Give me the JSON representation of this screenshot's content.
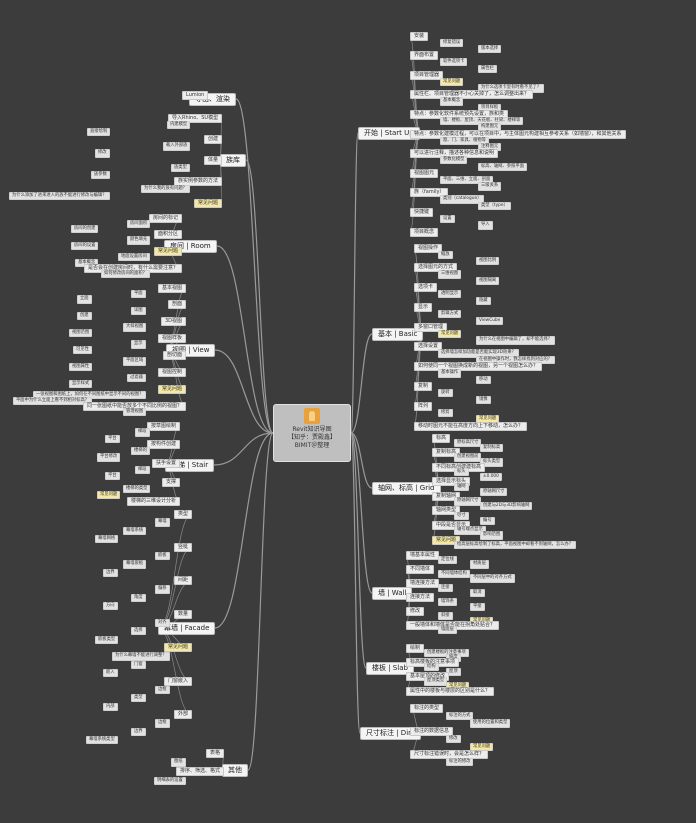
{
  "root": {
    "line1": "Revit知识导图",
    "line2": "【知乎：贾殿鑫】",
    "line3": "BIMIT＠整理"
  },
  "branches": {
    "start": {
      "title": "开始 | Start Up",
      "items": [
        "安装",
        "修复错误",
        "版本选择",
        "界面布置",
        "软件选项卡",
        "属性栏",
        "项目管理器",
        "常见问题",
        "为什么选项卡里有时看不见了？",
        "属性栏、项目管理器不小心关掉了，怎么调整出来？",
        "基本概念",
        "项目样板",
        "特点：参数化软件系统预先设置，族和类",
        "墙、楼板、屋顶、天花板、柱梁、楼梯等",
        "构建图元",
        "特点：参数化建模过程，可以在项目中，与主体图元构建相互参考关系（如墙窗），和其他关系",
        "窗、门、家具、植物等",
        "注释图元",
        "可以进行注释，描述各种信息和说明",
        "参数化模型",
        "标高、轴网、参照平面",
        "视图图元",
        "平面、三维、立面、剖面",
        "三级关系",
        "族（family）",
        "类别（catalogue）",
        "类型（type）",
        "快捷键",
        "设置",
        "导入",
        "项目概念"
      ]
    },
    "basic": {
      "title": "基本 | Basic",
      "items": [
        "视图操作",
        "缩放",
        "视图比例",
        "选择图元的方式",
        "三维视图",
        "视图隔离",
        "选项卡",
        "透明显示",
        "隐藏",
        "显示",
        "剪辑方式",
        "ViewCube",
        "多窗口管理",
        "常见问题",
        "为什么在视图中编辑了，却不能选择？",
        "选择设置",
        "选择墙怎样加功能是否能实现3D效果？",
        "在视图中操作时，我怎样找到对应的？",
        "如何使同一个视图换成新的视图，另一个视图怎么办？",
        "基本操作",
        "移动",
        "复制",
        "旋转",
        "镜像",
        "阵列",
        "修剪",
        "常见问题",
        "移动时图元不能在高度方向上下移动，怎么办？"
      ]
    },
    "grid": {
      "title": "轴网、标高 | Grid",
      "items": [
        "标高",
        "原标高尺寸",
        "复制标高",
        "复制标高",
        "创建视图前",
        "标头类型",
        "不同标高创建建标高",
        "标头",
        "±0.000",
        "选择显示标头",
        "轴网",
        "原轴网尺寸",
        "复制轴网",
        "原轴网尺寸",
        "创建与2D与3D影响轴网",
        "轴网类型",
        "尽寸",
        "编号",
        "中段是否显示",
        "轴号端点显示",
        "影响范围",
        "常见问题",
        "给高层标高绘制了标高，平面视图中却看不到轴网，怎么办？"
      ]
    },
    "wall": {
      "title": "墙 | Wall",
      "items": [
        "墙基本属性",
        "定位线",
        "材质层",
        "不同墙体",
        "不同墙体结构",
        "不同层中的对齐方式",
        "墙连接方法",
        "连接",
        "取消",
        "连接方法",
        "墙饰条",
        "平接",
        "修改",
        "斜接",
        "常见问题",
        "一般墙体和墙体是否能在拐角处贴合？",
        "墙面层"
      ]
    },
    "slab": {
      "title": "楼板 | Slab",
      "items": [
        "绘制",
        "创建楼板的注意事项",
        "坡度",
        "标高楼板的注意事项",
        "结构",
        "屋顶",
        "基本屋顶的修改",
        "屋顶类型",
        "常见问题",
        "属性中的楼板与楼层的区别是什么？"
      ]
    },
    "dim": {
      "title": "尺寸标注 | Dim",
      "items": [
        "标注的类型",
        "标注的方式",
        "使用的位置和类型",
        "标注的数据信息",
        "修改",
        "常见问题",
        "尺寸标注错误时，会是怎么样？",
        "标注的修改"
      ]
    },
    "lumion": {
      "title": "导出、渲染",
      "items": [
        "Lumion"
      ]
    },
    "family": {
      "title": "族库",
      "items": [
        "导入Rhino、SU模型",
        "内建模型",
        "直接绘制",
        "创建",
        "载入外部族",
        "修改",
        "体量",
        "族类型",
        "族参数",
        "族实例参数的方法",
        "为什么我的族有问题？",
        "为什么添加了进来进入的族不能进行修改与编辑？",
        "常见问题"
      ]
    },
    "room": {
      "title": "房间 | Room",
      "items": [
        "房间的标记",
        "房间面积",
        "房间的创建",
        "面积分区",
        "颜色填充",
        "房间的设置",
        "常见问题",
        "地面设置房间",
        "基本概念",
        "是否会在创建房间时，有什么需要注意？",
        "如何修改房间的面积？"
      ]
    },
    "view": {
      "title": "视图 | View",
      "items": [
        "基本视图",
        "平面",
        "立面",
        "剖面",
        "详图",
        "创建",
        "3D视图",
        "大样视图",
        "视图范围",
        "视图样板",
        "显示",
        "可见性",
        "剖切面",
        "平面区域",
        "视图属性",
        "视图控制",
        "过滤器",
        "显示样式",
        "常见问题",
        "一张视图和图纸上，如何在不同图纸中显示不同的视图？",
        "平面中为什么立面上看不到相对标高？",
        "同一张图纸中能否放多个不同比例的视图？",
        "管理视图"
      ]
    },
    "stair": {
      "title": "楼梯 | Stair",
      "items": [
        "按草图绘制",
        "梯段",
        "平台",
        "按构件创建",
        "楼梯的",
        "平台修改",
        "扶手设置",
        "梯段",
        "平台",
        "支撑",
        "楼梯的类型",
        "常见问题",
        "楼梯的三维设计分析"
      ]
    },
    "facade": {
      "title": "幕墙 | Facade",
      "items": [
        "类型",
        "幕墙",
        "幕墙系统",
        "幕墙网格",
        "竖梃",
        "嵌板",
        "幕墙嵌板",
        "边界",
        "间距",
        "偏移",
        "角度",
        "方向",
        "数量",
        "对齐",
        "选择",
        "嵌板类型",
        "常见问题",
        "为什么幕墙不能进行调整？",
        "门窗",
        "嵌入",
        "门窗嵌入",
        "边框",
        "类型",
        "内部",
        "外部",
        "边框",
        "边界",
        "幕墙系统类型"
      ]
    },
    "misc": {
      "title": "其他",
      "items": [
        "表格",
        "图纸",
        "排序、筛选、格式",
        "明细表的设置"
      ]
    }
  }
}
